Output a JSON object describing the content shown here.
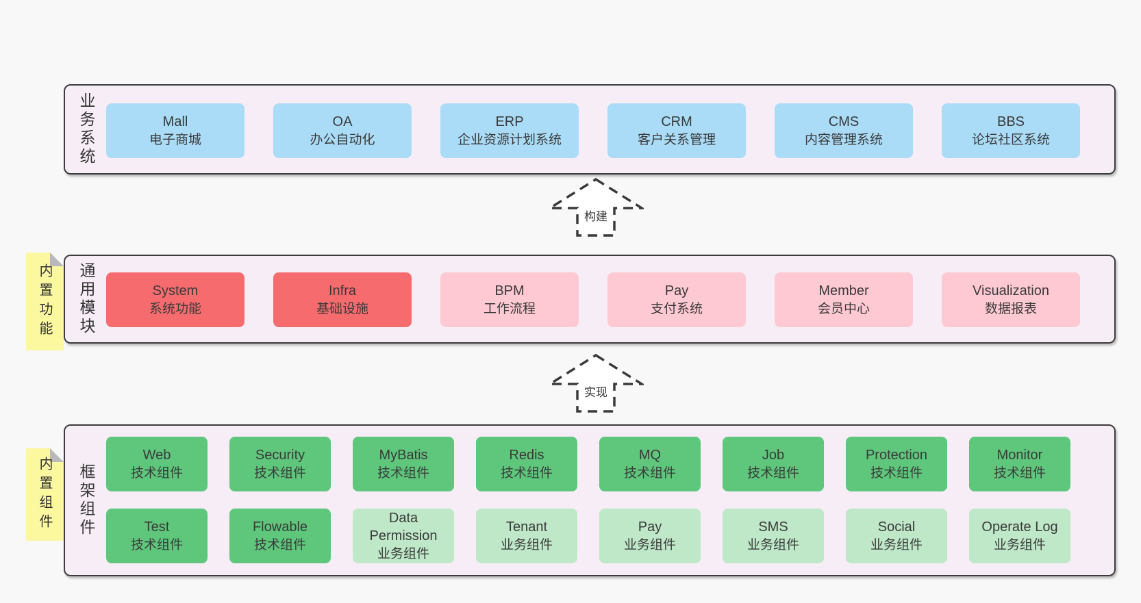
{
  "colors": {
    "page_bg": "#f8f8f8",
    "band_bg": "#f7edf6",
    "band_border": "#3c3c3c",
    "box_blue": "#aadcf7",
    "box_red": "#f56b6e",
    "box_pink": "#fec9d2",
    "box_green_dark": "#5ec77c",
    "box_green_light": "#bee8c8",
    "sticky_yellow": "#fbf8a0",
    "fold_gray": "#b9b9b9",
    "text": "#3a3a3a"
  },
  "bands": {
    "business": {
      "label": "业务系统",
      "items": [
        {
          "en": "Mall",
          "zh": "电子商城"
        },
        {
          "en": "OA",
          "zh": "办公自动化"
        },
        {
          "en": "ERP",
          "zh": "企业资源计划系统"
        },
        {
          "en": "CRM",
          "zh": "客户关系管理"
        },
        {
          "en": "CMS",
          "zh": "内容管理系统"
        },
        {
          "en": "BBS",
          "zh": "论坛社区系统"
        }
      ]
    },
    "modules": {
      "label": "通用模块",
      "sticky": "内置功能",
      "items": [
        {
          "en": "System",
          "zh": "系统功能"
        },
        {
          "en": "Infra",
          "zh": "基础设施"
        },
        {
          "en": "BPM",
          "zh": "工作流程"
        },
        {
          "en": "Pay",
          "zh": "支付系统"
        },
        {
          "en": "Member",
          "zh": "会员中心"
        },
        {
          "en": "Visualization",
          "zh": "数据报表"
        }
      ]
    },
    "components": {
      "label": "框架组件",
      "sticky": "内置组件",
      "row1": [
        {
          "en": "Web",
          "zh": "技术组件"
        },
        {
          "en": "Security",
          "zh": "技术组件"
        },
        {
          "en": "MyBatis",
          "zh": "技术组件"
        },
        {
          "en": "Redis",
          "zh": "技术组件"
        },
        {
          "en": "MQ",
          "zh": "技术组件"
        },
        {
          "en": "Job",
          "zh": "技术组件"
        },
        {
          "en": "Protection",
          "zh": "技术组件"
        },
        {
          "en": "Monitor",
          "zh": "技术组件"
        }
      ],
      "row2": [
        {
          "en": "Test",
          "zh": "技术组件"
        },
        {
          "en": "Flowable",
          "zh": "技术组件"
        },
        {
          "en": "Data Permission",
          "zh": "业务组件"
        },
        {
          "en": "Tenant",
          "zh": "业务组件"
        },
        {
          "en": "Pay",
          "zh": "业务组件"
        },
        {
          "en": "SMS",
          "zh": "业务组件"
        },
        {
          "en": "Social",
          "zh": "业务组件"
        },
        {
          "en": "Operate Log",
          "zh": "业务组件"
        }
      ]
    }
  },
  "arrows": {
    "build": "构建",
    "implement": "实现"
  }
}
